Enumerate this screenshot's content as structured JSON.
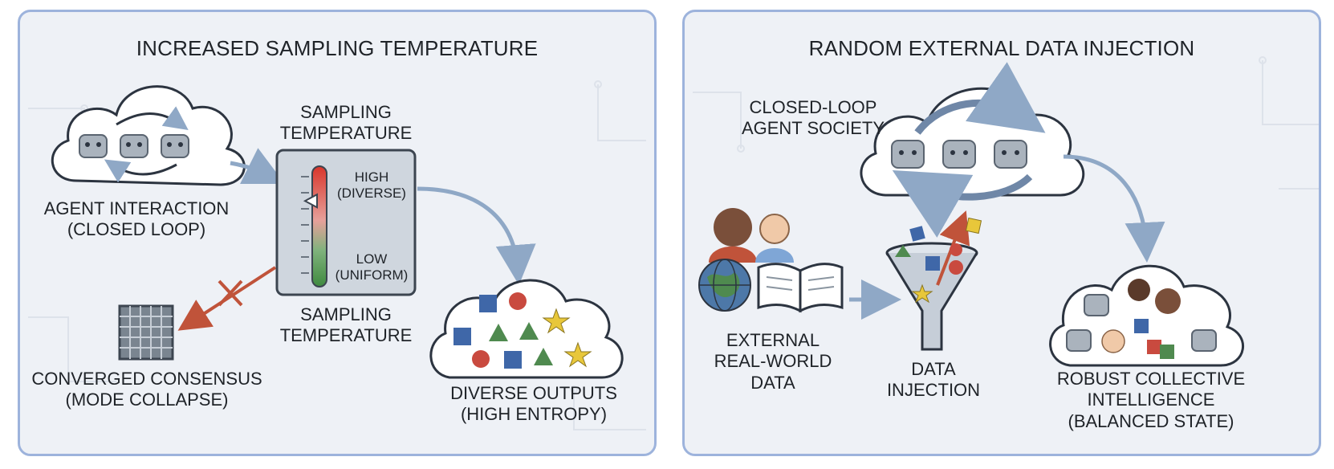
{
  "left_panel": {
    "title": "INCREASED SAMPLING TEMPERATURE",
    "agent_label_1": "AGENT INTERACTION",
    "agent_label_2": "(CLOSED LOOP)",
    "temp_title_1": "SAMPLING",
    "temp_title_2": "TEMPERATURE",
    "high_1": "HIGH",
    "high_2": "(DIVERSE)",
    "low_1": "LOW",
    "low_2": "(UNIFORM)",
    "temp_bottom_1": "SAMPLING",
    "temp_bottom_2": "TEMPERATURE",
    "converged_1": "CONVERGED CONSENSUS",
    "converged_2": "(MODE COLLAPSE)",
    "diverse_1": "DIVERSE OUTPUTS",
    "diverse_2": "(HIGH ENTROPY)",
    "thermometer_level": 0.72
  },
  "right_panel": {
    "title": "RANDOM EXTERNAL DATA INJECTION",
    "society_1": "CLOSED-LOOP",
    "society_2": "AGENT SOCIETY",
    "external_1": "EXTERNAL",
    "external_2": "REAL-WORLD",
    "external_3": "DATA",
    "injection_1": "DATA",
    "injection_2": "INJECTION",
    "robust_1": "ROBUST COLLECTIVE",
    "robust_2": "INTELLIGENCE",
    "robust_3": "(BALANCED STATE)"
  },
  "colors": {
    "border": "#9db3dc",
    "panel_bg": "#eef1f6",
    "arrow": "#8fa8c6",
    "red_arrow": "#c0533a",
    "blue_shape": "#3f67a8",
    "red_shape": "#c94a3f",
    "green_shape": "#4f8a4f",
    "star": "#e8c73a"
  }
}
